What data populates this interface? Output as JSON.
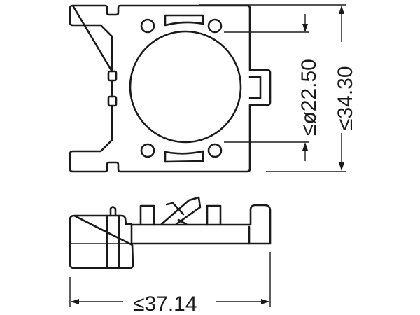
{
  "drawing": {
    "title": "Adapter clip technical drawing",
    "views": [
      {
        "name": "top-view",
        "description": "plate with central round opening, four mounting holes, two curved slots, side tab"
      },
      {
        "name": "side-view",
        "description": "profile of adapter with cylindrical base and clips"
      }
    ],
    "dimensions": {
      "inner_diameter": "≤ø22.50",
      "overall_height": "≤34.30",
      "overall_length": "≤37.14"
    },
    "colors": {
      "line": "#1a1a1a",
      "background": "#ffffff"
    }
  }
}
